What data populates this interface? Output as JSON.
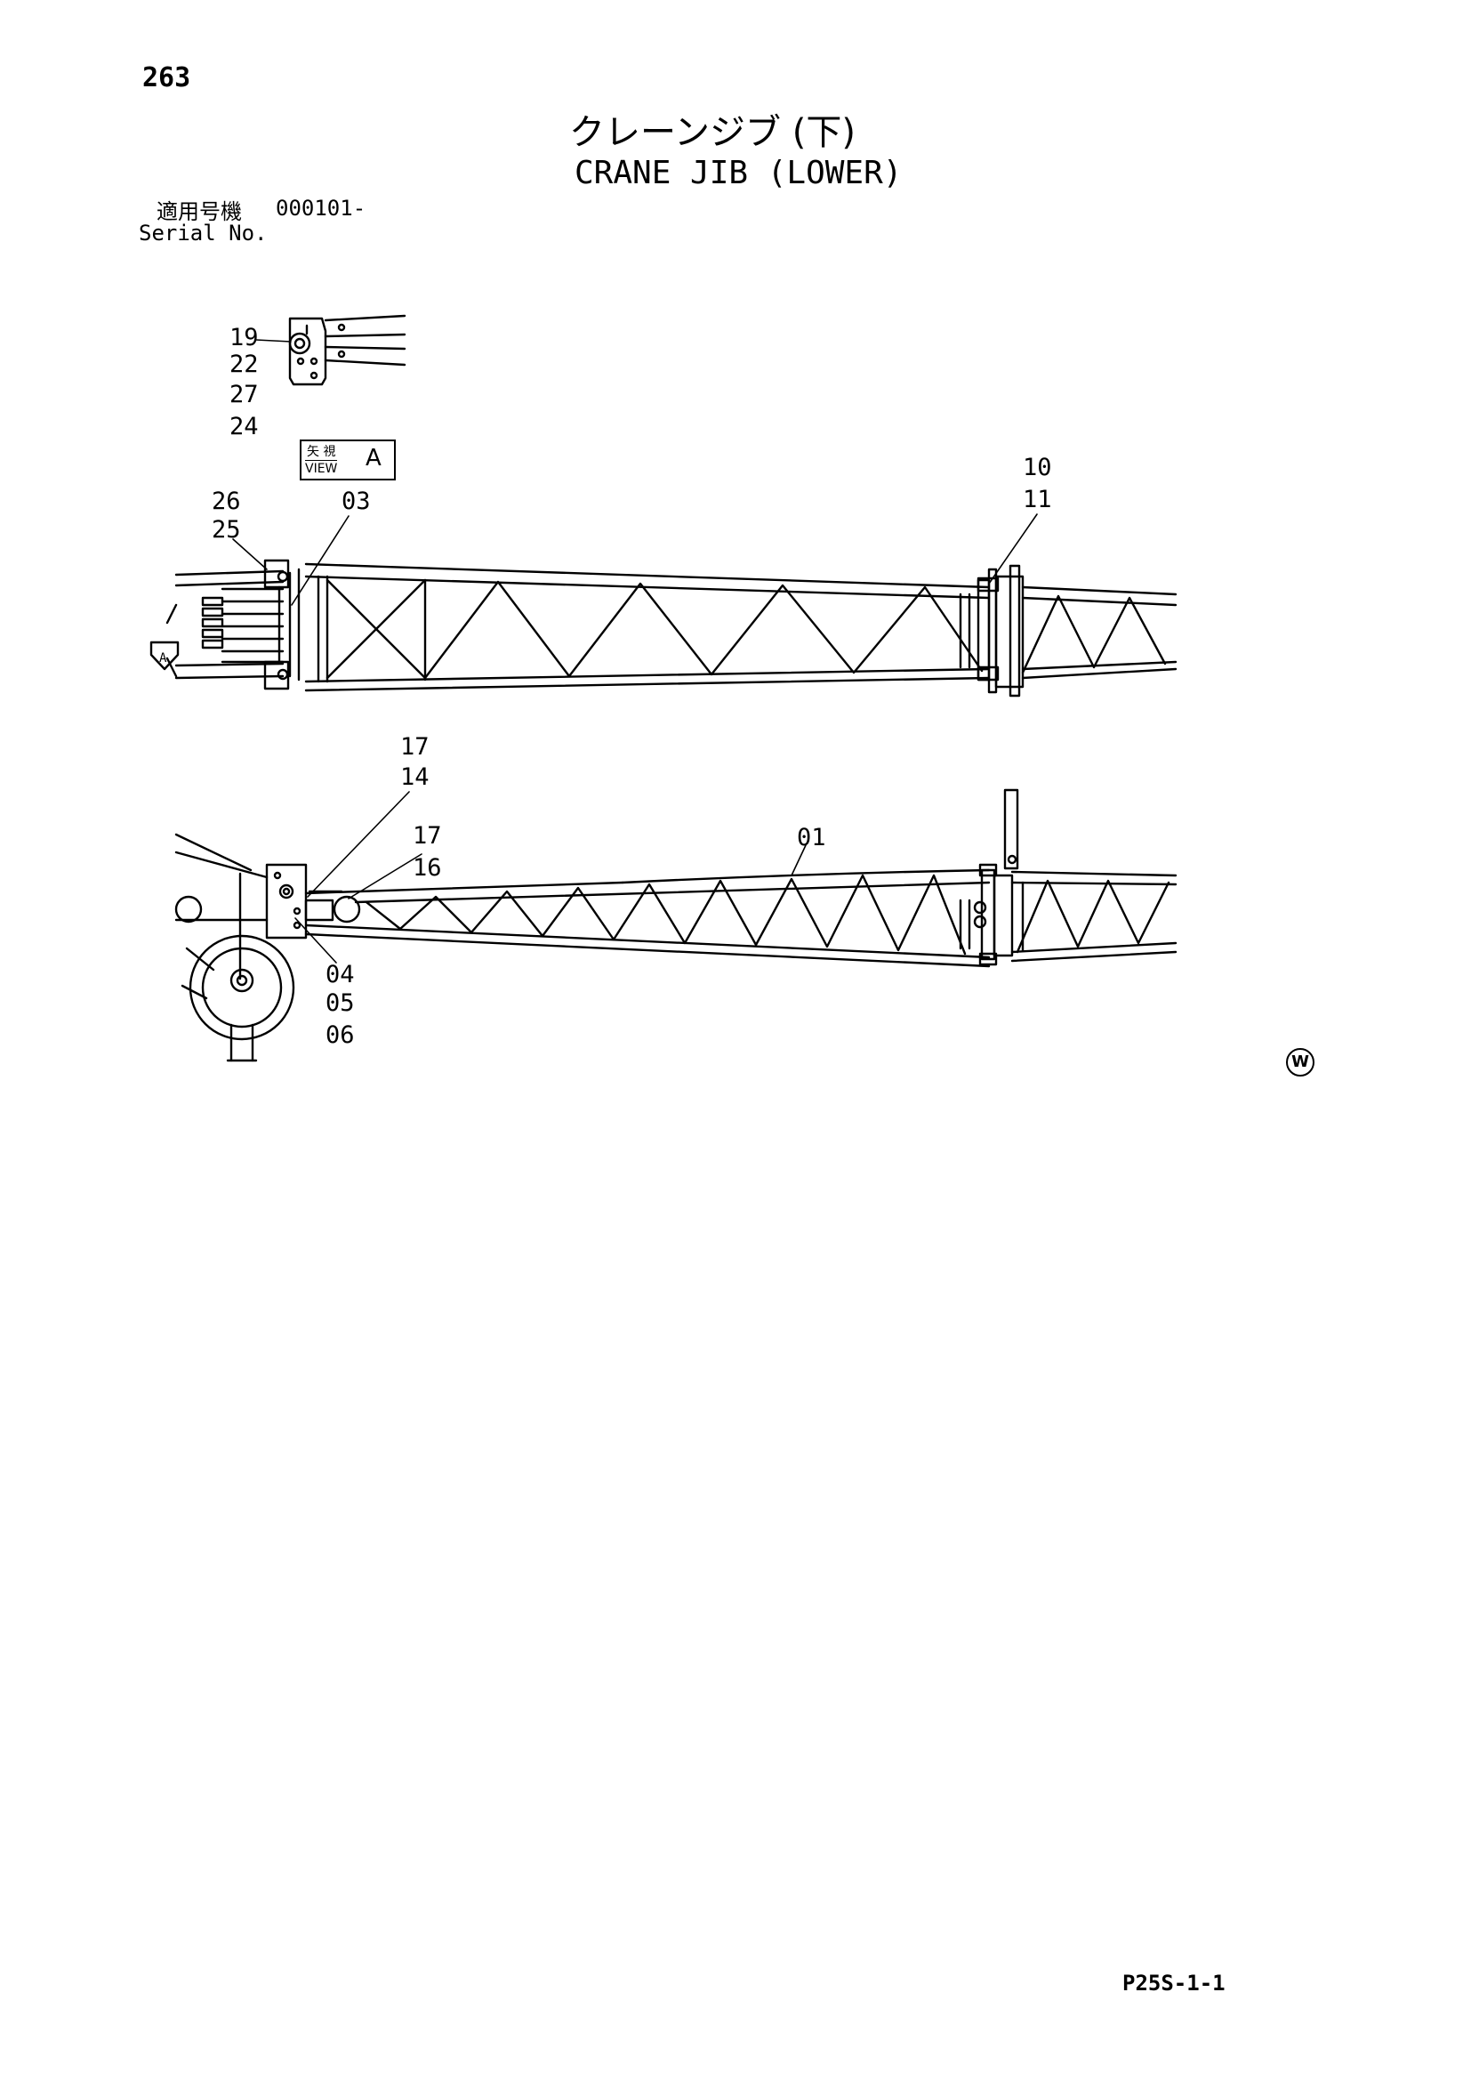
{
  "header": {
    "page_number": "263",
    "title_ja": "クレーンジブ (下)",
    "title_en": "CRANE JIB (LOWER)",
    "serial_label_ja": "適用号機",
    "serial_value": "000101-",
    "serial_label_en": "Serial No."
  },
  "view_label": {
    "ja": "矢 視",
    "en": "VIEW",
    "letter": "A"
  },
  "callouts": {
    "c19": "19",
    "c22": "22",
    "c27": "27",
    "c24": "24",
    "c26": "26",
    "c25": "25",
    "c03": "03",
    "c10": "10",
    "c11": "11",
    "c17a": "17",
    "c14": "14",
    "c17b": "17",
    "c16": "16",
    "c01": "01",
    "c04": "04",
    "c05": "05",
    "c06": "06"
  },
  "arrow_label": "A",
  "footer": {
    "page_code": "P25S-1-1",
    "w_mark": "W"
  }
}
